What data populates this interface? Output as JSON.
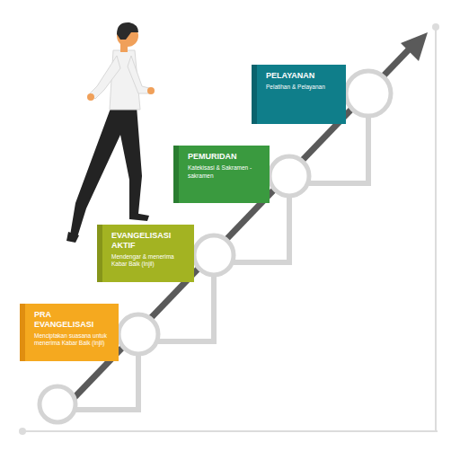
{
  "diagram": {
    "nodes": [
      {
        "text": [
          "PRA EVANGELISASI",
          "Menciptakan suasana untuk menerima Kabar Baik (Injil)"
        ]
      },
      {
        "text": [
          "EVANGELISASI AKTIF",
          "Mendengar & menerima Kabar Baik (Injil)"
        ]
      },
      {
        "text": [
          "PEMURIDAN",
          "Katekisasi & Sakramen - sakramen"
        ]
      },
      {
        "text": [
          "PELAYANAN",
          "Pelatihan & Pelayanan"
        ]
      }
    ]
  }
}
